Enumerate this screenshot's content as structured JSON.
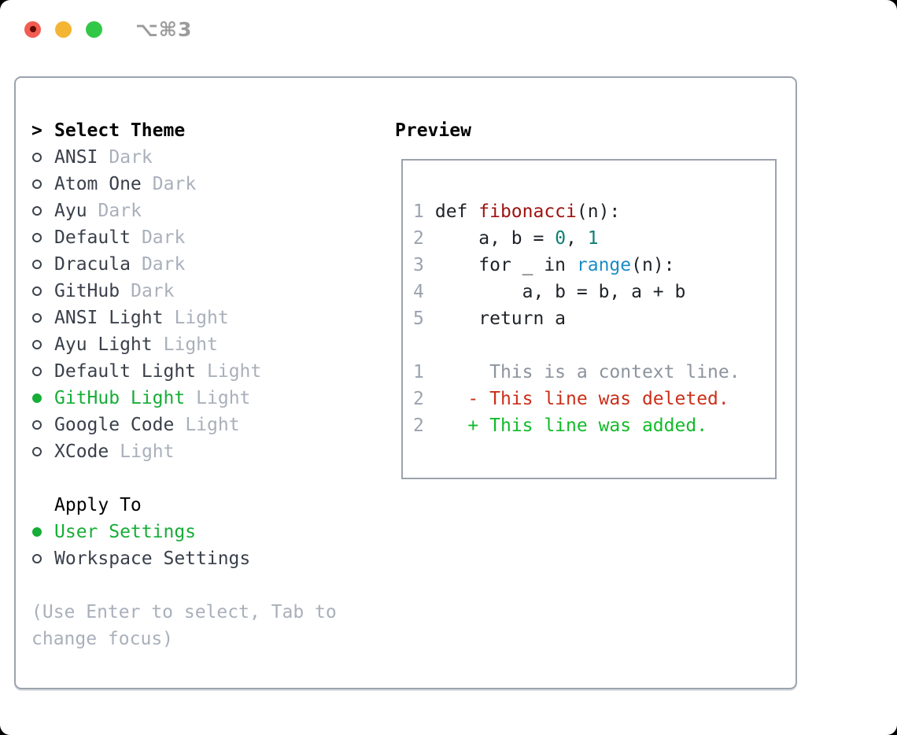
{
  "titlebar": {
    "title": "⌥⌘3"
  },
  "theme_picker": {
    "prompt_prefix": ">",
    "prompt": "Select Theme",
    "items": [
      {
        "label": "ANSI",
        "badge": "Dark",
        "selected": false
      },
      {
        "label": "Atom One",
        "badge": "Dark",
        "selected": false
      },
      {
        "label": "Ayu",
        "badge": "Dark",
        "selected": false
      },
      {
        "label": "Default",
        "badge": "Dark",
        "selected": false
      },
      {
        "label": "Dracula",
        "badge": "Dark",
        "selected": false
      },
      {
        "label": "GitHub",
        "badge": "Dark",
        "selected": false
      },
      {
        "label": "ANSI Light",
        "badge": "Light",
        "selected": false
      },
      {
        "label": "Ayu Light",
        "badge": "Light",
        "selected": false
      },
      {
        "label": "Default Light",
        "badge": "Light",
        "selected": false
      },
      {
        "label": "GitHub Light",
        "badge": "Light",
        "selected": true
      },
      {
        "label": "Google Code",
        "badge": "Light",
        "selected": false
      },
      {
        "label": "XCode",
        "badge": "Light",
        "selected": false
      }
    ],
    "apply_to": {
      "heading": "Apply To",
      "options": [
        {
          "label": "User Settings",
          "selected": true
        },
        {
          "label": "Workspace Settings",
          "selected": false
        }
      ]
    },
    "hint": "(Use Enter to select, Tab to\nchange focus)"
  },
  "preview": {
    "heading": "Preview",
    "code": {
      "l1": {
        "n": "1",
        "s1": "def ",
        "fn": "fibonacci",
        "s2": "(n):"
      },
      "l2": {
        "n": "2",
        "s1": "    a, b = ",
        "num1": "0",
        "s2": ", ",
        "num2": "1"
      },
      "l3": {
        "n": "3",
        "s1": "    for _ in ",
        "call": "range",
        "s2": "(n):"
      },
      "l4": {
        "n": "4",
        "s1": "        a, b = b, a + b"
      },
      "l5": {
        "n": "5",
        "s1": "    return a"
      }
    },
    "diff": {
      "context": {
        "n": "1",
        "text": "     This is a context line."
      },
      "deleted": {
        "n": "2",
        "text": "   - This line was deleted."
      },
      "added": {
        "n": "2",
        "text": "   + This line was added."
      }
    }
  },
  "colors": {
    "accent_green": "#17ad37",
    "diff_added": "#12bb2a",
    "diff_deleted": "#cb2f1a",
    "syntax_function": "#9e1310",
    "syntax_number": "#0d7f74",
    "syntax_call": "#1a8cc6",
    "context_gray": "#8d949e",
    "line_number_gray": "#9ba3af",
    "muted_gray": "#a9b0bb",
    "text_dark": "#3a404b",
    "code_black": "#1f2328",
    "border_gray": "#9ba3ae",
    "traffic_red": "#f25c52",
    "traffic_red_dot": "#600b04",
    "traffic_yellow": "#f4b434",
    "traffic_green": "#33c748",
    "title_gray": "#9b9b9b"
  }
}
